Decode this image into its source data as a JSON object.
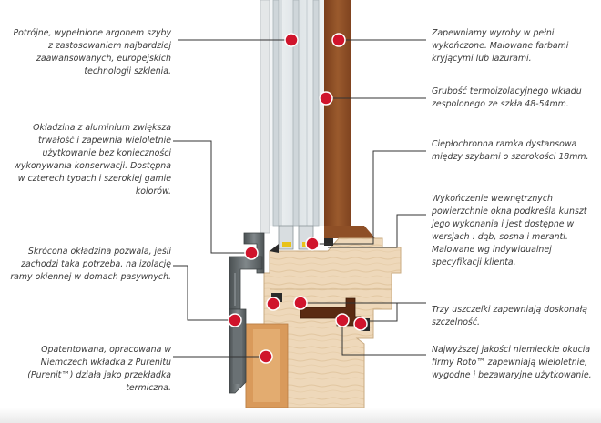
{
  "captions": {
    "c1": "Potrójne, wypełnione argonem szyby z zastosowaniem najbardziej zaawansowanych, europejskich technologii szklenia.",
    "c2": "Okładzina z aluminium zwiększa trwałość i zapewnia wieloletnie użytkowanie bez konieczności wykonywania konserwacji. Dostępna w czterech typach i szerokiej gamie kolorów.",
    "c3": "Skrócona okładzina pozwala, jeśli zachodzi taka potrzeba, na izolację ramy okiennej w domach pasywnych.",
    "c4": "Opatentowana, opracowana w Niemczech wkładka z Purenitu (Purenit™) działa jako przekładka termiczna.",
    "c5": "Zapewniamy wyroby w pełni wykończone. Malowane farbami kryjącymi lub lazurami.",
    "c6": "Grubość termoizolacyjnego wkładu zespolonego ze szkła 48-54mm.",
    "c7": "Ciepłochronna ramka dystansowa między szybami o szerokości 18mm.",
    "c8": "Wykończenie wewnętrznych powierzchnie okna podkreśla kunszt jego wykonania i jest dostępne w wersjach : dąb, sosna i meranti. Malowane wg indywidualnej specyfikacji klienta.",
    "c9": "Trzy uszczelki zapewniają doskonałą szczelność.",
    "c10": "Najwyższej jakości niemieckie okucia firmy Roto™ zapewniają wieloletnie, wygodne i bezawaryjne użytkowanie."
  },
  "colors": {
    "marker": "#d0142c",
    "wood_dark": "#8a4a22",
    "wood_light": "#edd7b8",
    "alu": "#5e6466",
    "glass": "#dfe5e8",
    "leader": "#333333",
    "text": "#3a3a3a"
  }
}
